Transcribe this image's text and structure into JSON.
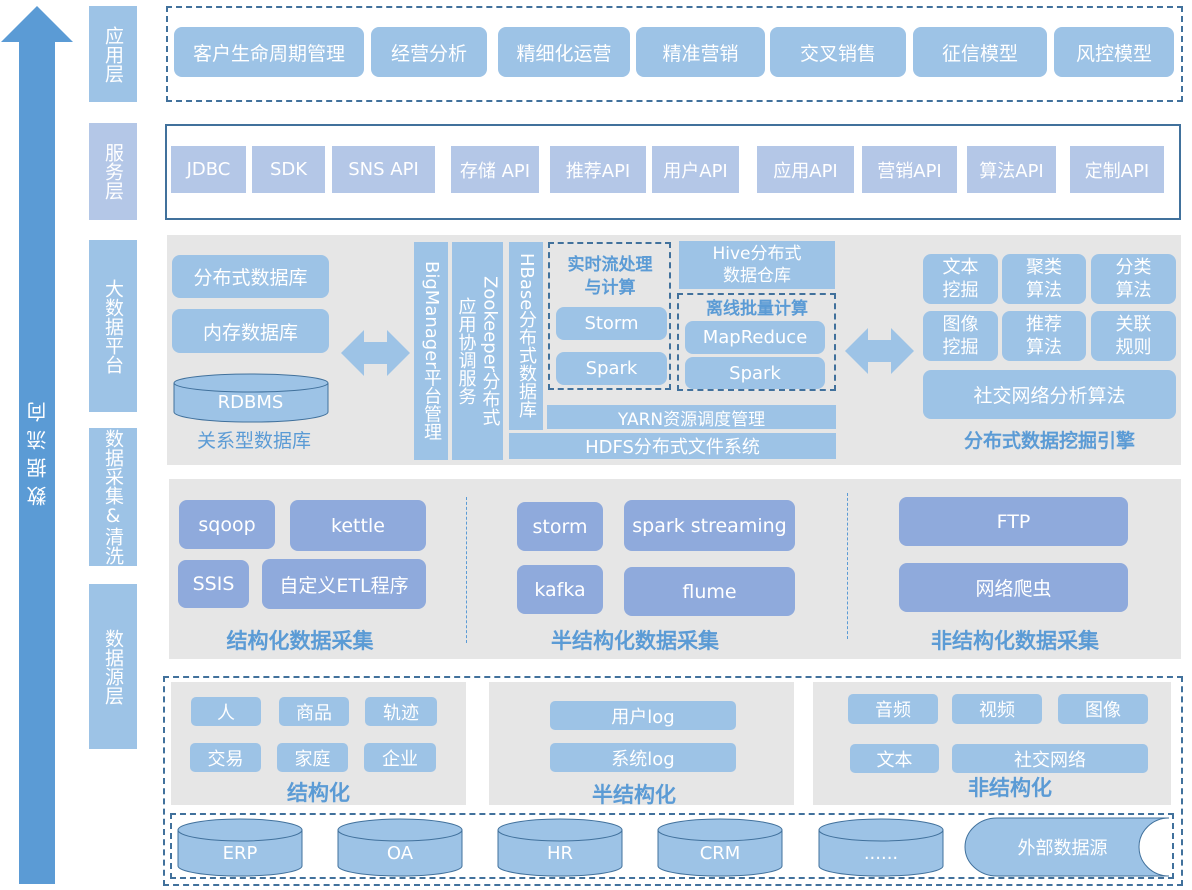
{
  "flow_arrow": {
    "label": "数据流向",
    "color": "#5b9bd5"
  },
  "layers": {
    "app": "应用层",
    "service": "服务层",
    "platform": "大数据平台",
    "collect": "数据采集&清洗",
    "source": "数据源层"
  },
  "app_layer": {
    "items": [
      "客户生命周期管理",
      "经营分析",
      "精细化运营",
      "精准营销",
      "交叉销售",
      "征信模型",
      "风控模型"
    ]
  },
  "service_layer": {
    "items": [
      "JDBC",
      "SDK",
      "SNS API",
      "存储 API",
      "推荐API",
      "用户API",
      "应用API",
      "营销API",
      "算法API",
      "定制API"
    ]
  },
  "platform": {
    "left": {
      "distributed_db": "分布式数据库",
      "memory_db": "内存数据库",
      "rdbms": "RDBMS",
      "caption": "关系型数据库"
    },
    "bigmanager": "BigManager平台管理",
    "zookeeper_line1": "Zookeeper分布式",
    "zookeeper_line2": "应用协调服务",
    "hbase": "HBase分布式数据库",
    "realtime": {
      "title_line1": "实时流处理",
      "title_line2": "与计算",
      "items": [
        "Storm",
        "Spark"
      ]
    },
    "hive_line1": "Hive分布式",
    "hive_line2": "数据仓库",
    "offline": {
      "title": "离线批量计算",
      "items": [
        "MapReduce",
        "Spark"
      ]
    },
    "yarn": "YARN资源调度管理",
    "hdfs": "HDFS分布式文件系统",
    "mining": {
      "cells": [
        [
          "文本",
          "挖掘"
        ],
        [
          "聚类",
          "算法"
        ],
        [
          "分类",
          "算法"
        ],
        [
          "图像",
          "挖掘"
        ],
        [
          "推荐",
          "算法"
        ],
        [
          "关联",
          "规则"
        ]
      ],
      "social": "社交网络分析算法",
      "caption": "分布式数据挖掘引擎"
    }
  },
  "collect": {
    "structured": {
      "items": [
        "sqoop",
        "kettle",
        "SSIS",
        "自定义ETL程序"
      ],
      "caption": "结构化数据采集"
    },
    "semi": {
      "items": [
        "storm",
        "spark streaming",
        "kafka",
        "flume"
      ],
      "caption": "半结构化数据采集"
    },
    "unstructured": {
      "items": [
        "FTP",
        "网络爬虫"
      ],
      "caption": "非结构化数据采集"
    }
  },
  "source": {
    "structured": {
      "items": [
        "人",
        "商品",
        "轨迹",
        "交易",
        "家庭",
        "企业"
      ],
      "caption": "结构化"
    },
    "semi": {
      "items": [
        "用户log",
        "系统log"
      ],
      "caption": "半结构化"
    },
    "unstructured": {
      "items": [
        "音频",
        "视频",
        "图像",
        "文本",
        "社交网络"
      ],
      "caption": "非结构化"
    },
    "systems": [
      "ERP",
      "OA",
      "HR",
      "CRM",
      "......"
    ],
    "external": "外部数据源"
  },
  "colors": {
    "primary_blue": "#5b9bd5",
    "light_blue": "#9dc3e6",
    "lavender": "#b4c7e7",
    "periwinkle": "#8faadc",
    "border": "#41719c",
    "grey_panel": "#e6e6e6"
  }
}
